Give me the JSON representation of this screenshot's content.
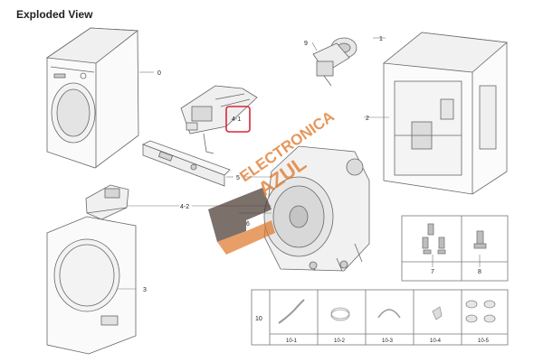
{
  "title": "Exploded View",
  "callouts": {
    "c0": "0",
    "c1": "1",
    "c2": "2",
    "c3": "3",
    "c4_1": "4-1",
    "c4_2": "4-2",
    "c5": "5",
    "c6": "6",
    "c7": "7",
    "c8": "8",
    "c9": "9",
    "c10": "10"
  },
  "kit_labels": [
    "10-1",
    "10-2",
    "10-3",
    "10-4",
    "10-5"
  ],
  "watermark": {
    "line1": "ELECTRONICA",
    "line2": "AZUL"
  },
  "colors": {
    "line": "#555555",
    "highlight": "#d9263a",
    "watermark": "#e07a2e",
    "watermark_dark": "#4a3a33"
  }
}
